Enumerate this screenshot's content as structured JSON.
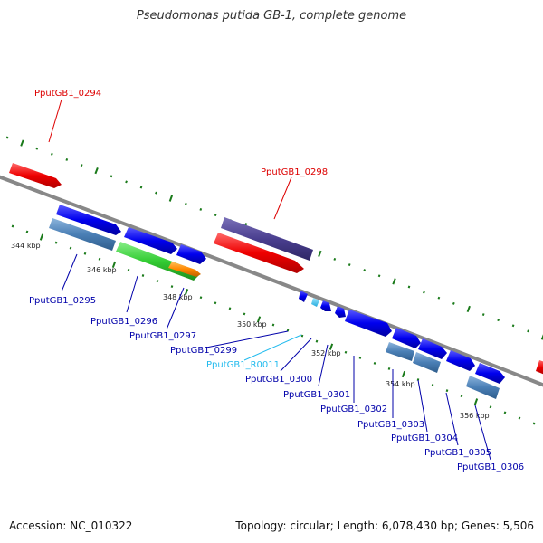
{
  "title": "Pseudomonas putida GB-1, complete genome",
  "footer": {
    "accession": "Accession: NC_010322",
    "summary": "Topology: circular; Length: 6,078,430 bp; Genes: 5,506"
  },
  "colors": {
    "backbone": "#888888",
    "tick": "#1a7a1a",
    "red": "#ee0000",
    "navy": "#0000aa",
    "cyan": "#22bbee",
    "label_red": "#dd0000",
    "label_navy": "#0000aa",
    "label_cyan": "#22bbee"
  },
  "kbp_labels": [
    "344 kbp",
    "346 kbp",
    "348 kbp",
    "350 kbp",
    "352 kbp",
    "354 kbp",
    "356 kbp"
  ],
  "genes": [
    {
      "label": "PputGB1_0294",
      "color": "red"
    },
    {
      "label": "PputGB1_0295",
      "color": "navy"
    },
    {
      "label": "PputGB1_0296",
      "color": "navy"
    },
    {
      "label": "PputGB1_0297",
      "color": "navy"
    },
    {
      "label": "PputGB1_0298",
      "color": "red"
    },
    {
      "label": "PputGB1_0299",
      "color": "navy"
    },
    {
      "label": "PputGB1_R0011",
      "color": "cyan"
    },
    {
      "label": "PputGB1_0300",
      "color": "navy"
    },
    {
      "label": "PputGB1_0301",
      "color": "navy"
    },
    {
      "label": "PputGB1_0302",
      "color": "navy"
    },
    {
      "label": "PputGB1_0303",
      "color": "navy"
    },
    {
      "label": "PputGB1_0304",
      "color": "navy"
    },
    {
      "label": "PputGB1_0305",
      "color": "navy"
    },
    {
      "label": "PputGB1_0306",
      "color": "navy"
    }
  ]
}
